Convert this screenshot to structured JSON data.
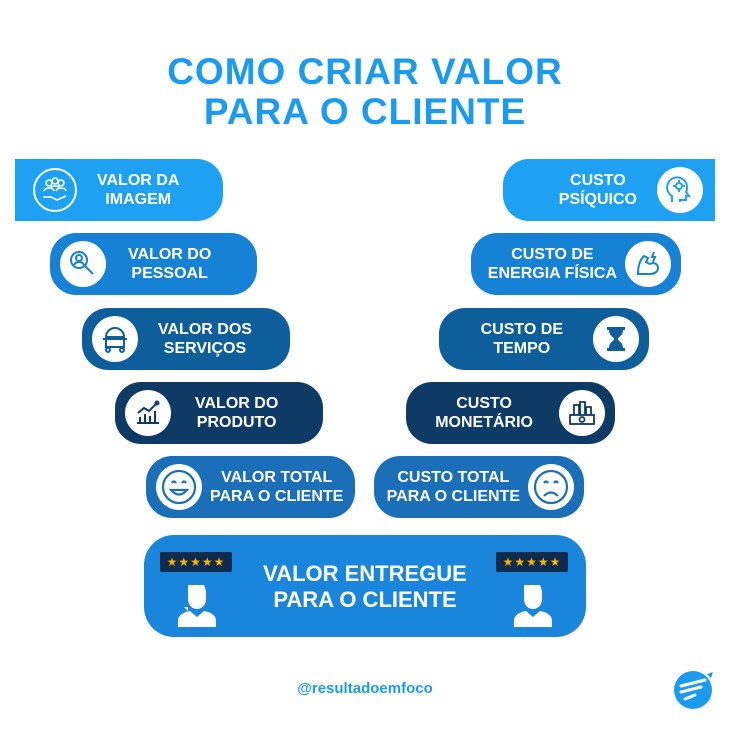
{
  "title": {
    "line1": "COMO CRIAR VALOR",
    "line2": "PARA O CLIENTE"
  },
  "left_items": [
    {
      "line1": "VALOR DA",
      "line2": "IMAGEM",
      "icon": "people-hand-icon"
    },
    {
      "line1": "VALOR DO",
      "line2": "PESSOAL",
      "icon": "magnifier-person-icon"
    },
    {
      "line1": "VALOR DOS",
      "line2": "SERVIÇOS",
      "icon": "service-cart-icon"
    },
    {
      "line1": "VALOR DO",
      "line2": "PRODUTO",
      "icon": "growth-chart-icon"
    },
    {
      "line1": "VALOR TOTAL",
      "line2": "PARA O CLIENTE",
      "icon": "smiley-face-icon"
    }
  ],
  "right_items": [
    {
      "line1": "CUSTO",
      "line2": "PSÍQUICO",
      "icon": "head-gear-icon"
    },
    {
      "line1": "CUSTO DE",
      "line2": "ENERGIA FÍSICA",
      "icon": "strong-arm-icon"
    },
    {
      "line1": "CUSTO DE",
      "line2": "TEMPO",
      "icon": "hourglass-icon"
    },
    {
      "line1": "CUSTO",
      "line2": "MONETÁRIO",
      "icon": "money-city-icon"
    },
    {
      "line1": "CUSTO TOTAL",
      "line2": "PARA O CLIENTE",
      "icon": "sad-face-icon"
    }
  ],
  "result": {
    "line1": "VALOR ENTREGUE",
    "line2": "PARA O CLIENTE",
    "stars": "★★★★★"
  },
  "footer": {
    "handle": "@resultadoemfoco"
  },
  "colors": {
    "accent": "#1a9bef",
    "level1": "#1ea1f2",
    "level2": "#1682d6",
    "level3": "#0f5e9c",
    "level4": "#0d3b66"
  }
}
